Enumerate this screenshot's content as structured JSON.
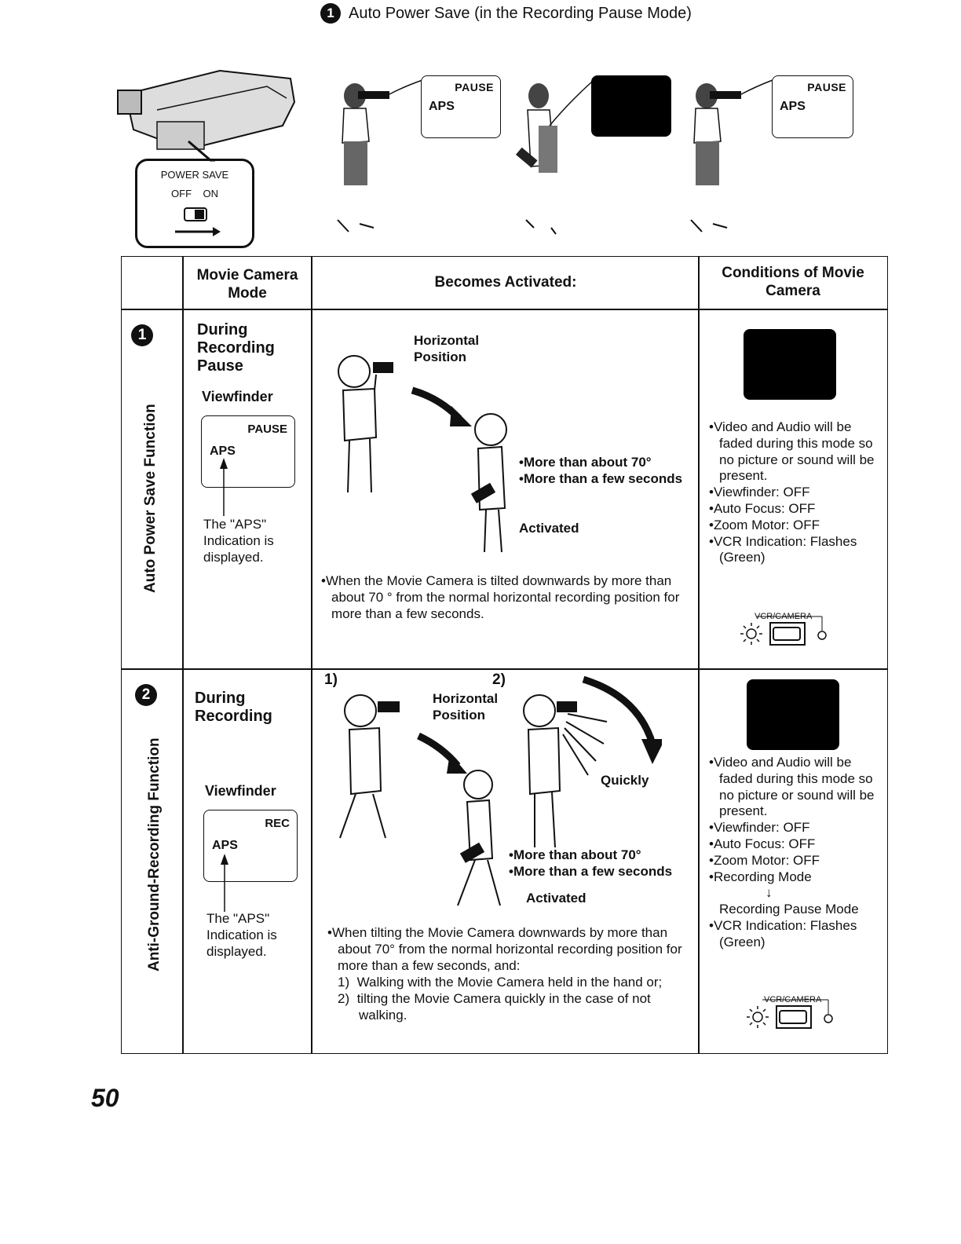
{
  "page_title": {
    "number": "1",
    "text": "Auto Power Save (in the Recording Pause Mode)"
  },
  "switch": {
    "label": "POWER SAVE",
    "off": "OFF",
    "on": "ON"
  },
  "top_screens": {
    "pause": "PAUSE",
    "aps": "APS"
  },
  "table": {
    "headers": {
      "mode": "Movie Camera Mode",
      "activated": "Becomes Activated:",
      "conditions": "Conditions of Movie Camera"
    },
    "rows": [
      {
        "number": "1",
        "side_label": "Auto Power Save Function",
        "mode_title": "During Recording Pause",
        "viewfinder_label": "Viewfinder",
        "viewfinder_top": "PAUSE",
        "viewfinder_aps": "APS",
        "aps_note": "The \"APS\" Indication is displayed.",
        "horizontal_position": "Horizontal Position",
        "angle": "More than about 70°",
        "time": "More than a few seconds",
        "activated": "Activated",
        "explanation": "When the Movie Camera is tilted downwards by more than about 70 ° from the normal horizontal recording position for more than a few seconds.",
        "conditions": [
          "Video and Audio will be faded during this mode so no picture or sound will be present.",
          "Viewfinder:  OFF",
          "Auto Focus:  OFF",
          "Zoom Motor:  OFF",
          "VCR Indication: Flashes (Green)"
        ],
        "vcr_label": "VCR/CAMERA"
      },
      {
        "number": "2",
        "side_label": "Anti-Ground-Recording Function",
        "mode_title": "During Recording",
        "viewfinder_label": "Viewfinder",
        "viewfinder_top": "REC",
        "viewfinder_aps": "APS",
        "aps_note": "The \"APS\" Indication is displayed.",
        "step1": "1)",
        "step2": "2)",
        "horizontal_position": "Horizontal Position",
        "quickly": "Quickly",
        "angle": "More than about 70°",
        "time": "More than a few seconds",
        "activated": "Activated",
        "explanation": "When tilting the Movie Camera downwards by more than about 70° from the normal horizontal recording position for more than a few seconds, and:",
        "list": [
          {
            "n": "1)",
            "text": "Walking with the Movie Camera held in the hand or;"
          },
          {
            "n": "2)",
            "text": "tilting the Movie Camera quickly in the case of not walking."
          }
        ],
        "conditions": [
          "Video and Audio will be faded during this mode so no picture or sound will be present.",
          "Viewfinder:  OFF",
          "Auto Focus:  OFF",
          "Zoom Motor:  OFF",
          "Recording Mode"
        ],
        "arrow": "↓",
        "rec_pause": "Recording Pause Mode",
        "conditions_tail": [
          "VCR Indication: Flashes (Green)"
        ],
        "vcr_label": "VCR/CAMERA"
      }
    ]
  },
  "page_number": "50",
  "icons": [
    "camcorder-icon",
    "person-filming-icon",
    "person-tilting-icon",
    "arrow-icon",
    "led-blinking-icon"
  ]
}
